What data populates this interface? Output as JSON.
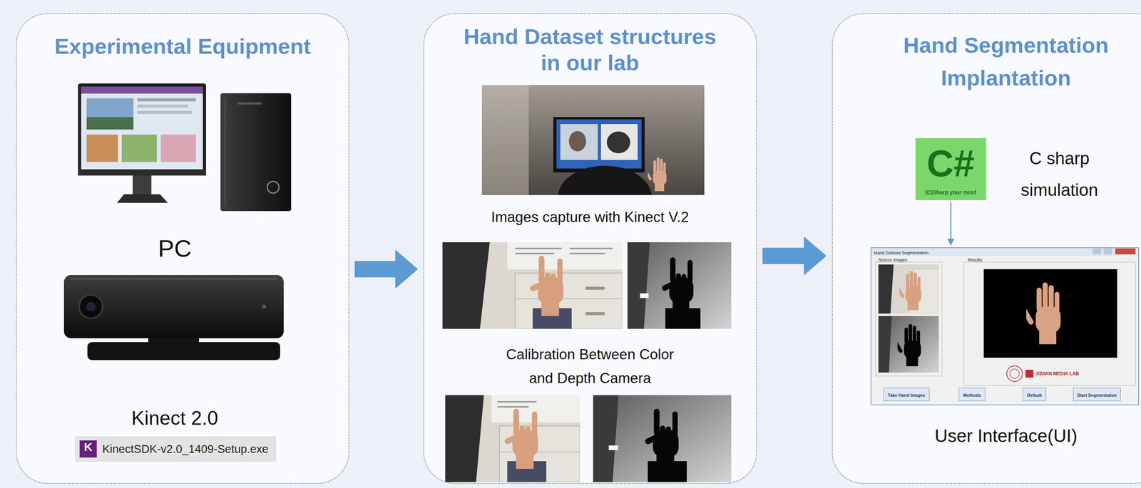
{
  "diagram": {
    "nodes": [
      {
        "text": [
          "Experimental Equipment",
          "PC",
          "Kinect 2.0"
        ]
      },
      {
        "text": [
          "KinectSDK-v2.0_1409-Setup.exe"
        ],
        "in": 0
      },
      {
        "text": [
          "Hand Dataset structures in our lab",
          "Images capture with Kinect V.2",
          "Calibration Between Color and Depth Camera"
        ]
      },
      {
        "text": [
          "Hand Segmentation Implantation",
          "C sharp simulation",
          "User Interface(UI)"
        ]
      },
      {
        "text": [
          "C#",
          "(C)Sharp your mind"
        ],
        "in": 3
      },
      {
        "text": [
          "Hand Gesture Segmentation",
          "Source Images",
          "Results"
        ],
        "in": 3
      },
      {
        "text": [
          "Take Hand Images"
        ],
        "in": 5
      },
      {
        "text": [
          "Methods"
        ],
        "in": 5
      },
      {
        "text": [
          "Default"
        ],
        "in": 5
      },
      {
        "text": [
          "Start Segmentation"
        ],
        "in": 5
      }
    ],
    "edges": [
      {
        "from": 0,
        "to": 2,
        "arrow": "to"
      },
      {
        "from": 2,
        "to": 3,
        "arrow": "to"
      },
      {
        "from": 4,
        "to": 5,
        "arrow": "to"
      }
    ],
    "labels": [
      "K",
      "XIDIAN MEDIA LAB"
    ]
  }
}
